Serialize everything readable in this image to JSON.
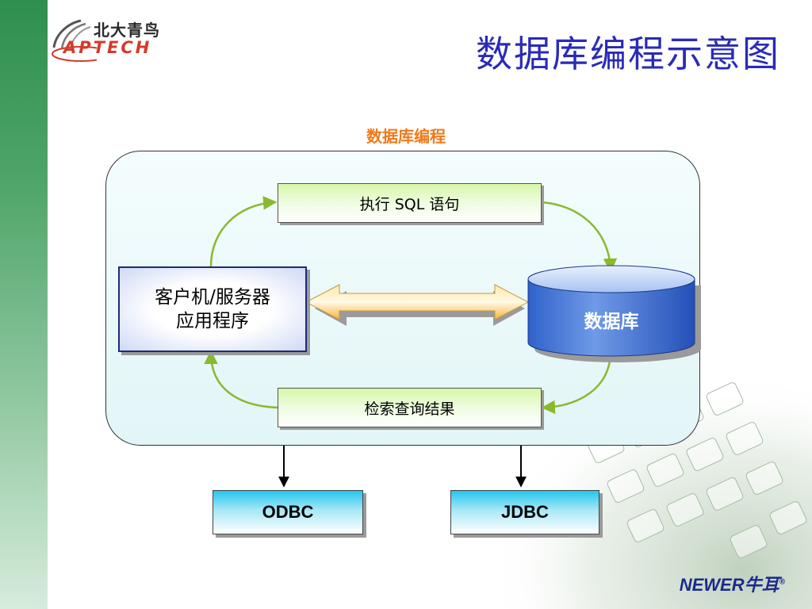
{
  "logo": {
    "cn_text": "北大青鸟",
    "en_text": "APTECH"
  },
  "slide_title": "数据库编程示意图",
  "section_label": "数据库编程",
  "nodes": {
    "execute_sql": "执行 SQL 语句",
    "client_app_line1": "客户机/服务器",
    "client_app_line2": "应用程序",
    "database": "数据库",
    "retrieve_results": "检索查询结果",
    "odbc": "ODBC",
    "jdbc": "JDBC"
  },
  "footer": {
    "brand": "NEWER牛耳",
    "registered": "®"
  },
  "colors": {
    "title": "#2a2ab8",
    "section_label": "#f07a1a",
    "arrow_green": "#8ab92c",
    "sidebar": "#3d9a5a",
    "database_blue": "#2f62cc"
  }
}
